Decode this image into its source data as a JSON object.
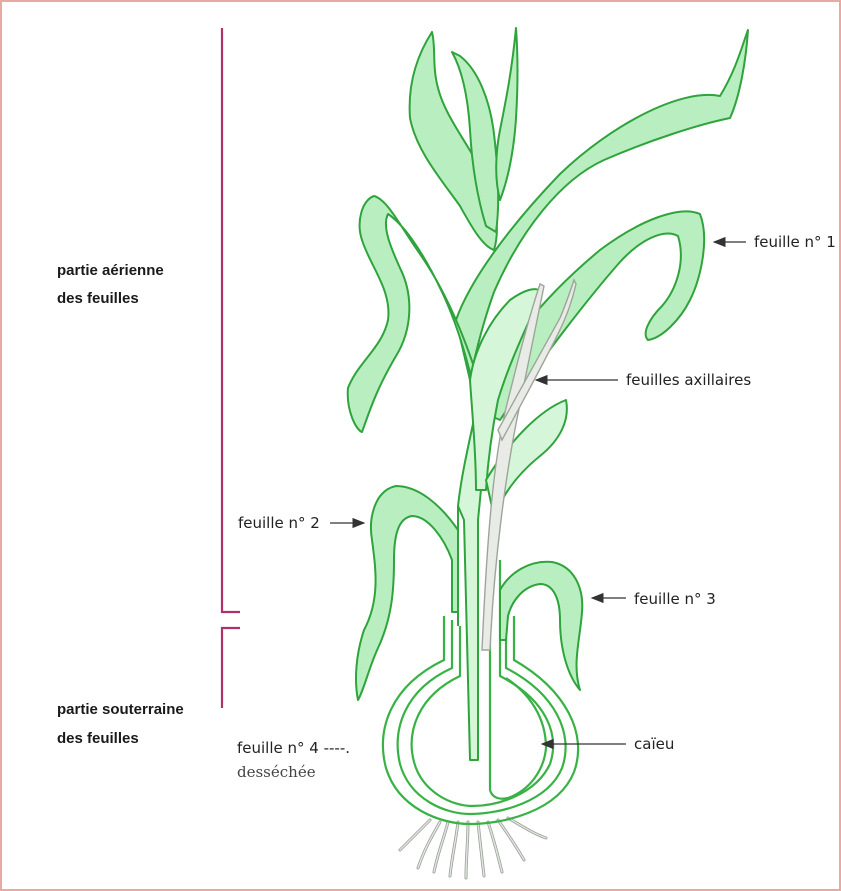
{
  "labels": {
    "aerial_line1": "partie aérienne",
    "aerial_line2": "des feuilles",
    "underground_line1": "partie souterraine",
    "underground_line2": "des feuilles",
    "leaf1": "feuille n° 1",
    "leaf2": "feuille n° 2",
    "leaf3": "feuille n° 3",
    "leaf4": "feuille n° 4 ----.",
    "leaf4_sub": "desséchée",
    "axillary": "feuilles axillaires",
    "clove": "caïeu"
  },
  "colors": {
    "leaf_fill": "#b9efc0",
    "leaf_stroke": "#2fa33c",
    "bracket": "#b0306a",
    "frame_border": "#e7a9a0",
    "axillary": "#9da59a"
  }
}
